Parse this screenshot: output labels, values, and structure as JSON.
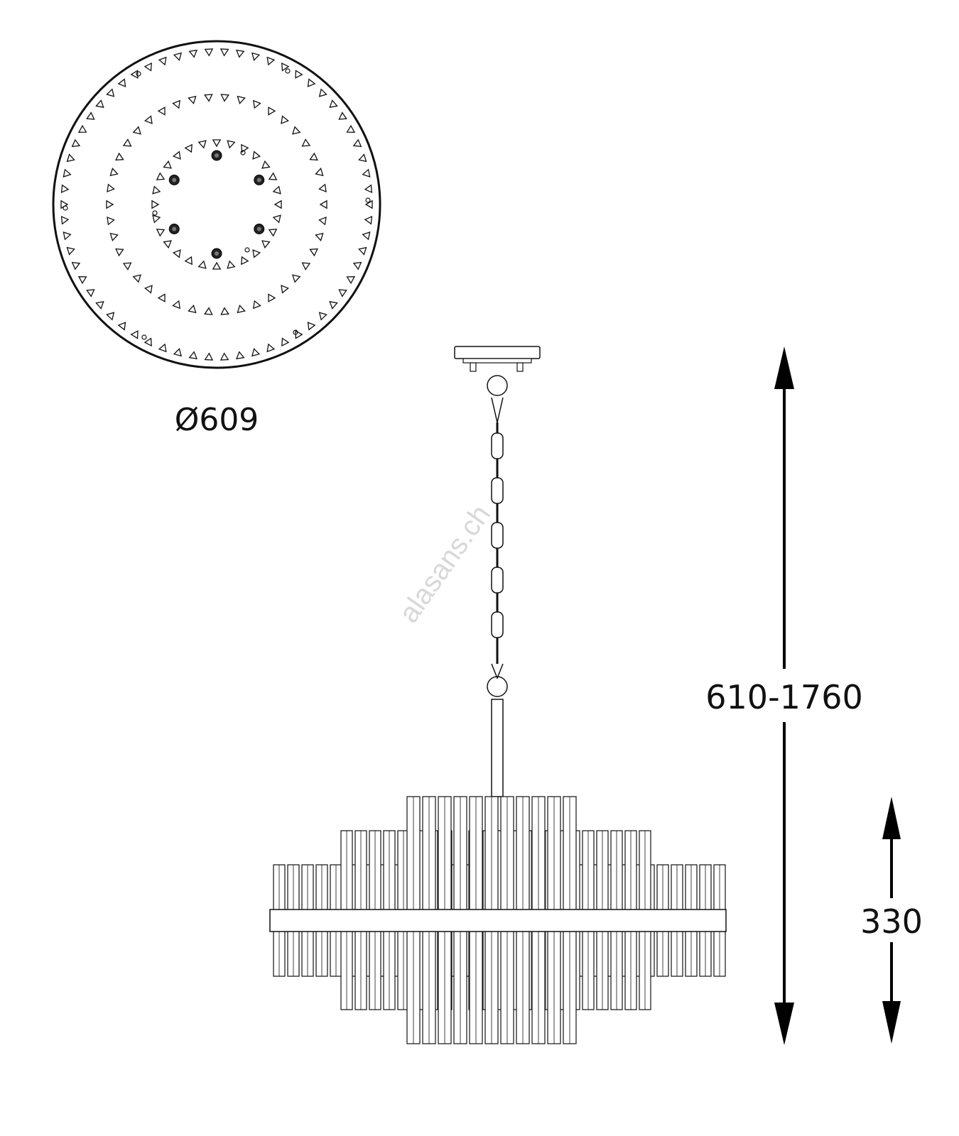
{
  "diagram": {
    "top_view": {
      "diameter_label": "Ø609",
      "bulb_count": 6
    },
    "side_view": {
      "height_range_label": "610-1760",
      "body_height_label": "330"
    },
    "watermark": "alasans.ch",
    "colors": {
      "line": "#111111",
      "watermark": "#d8d8d8"
    }
  }
}
